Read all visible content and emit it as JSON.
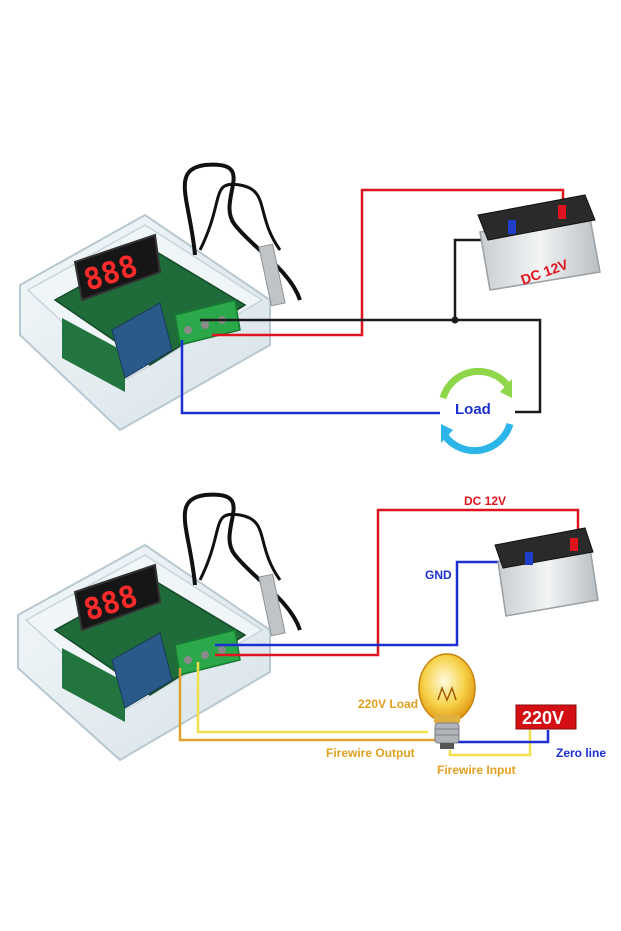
{
  "colors": {
    "dc_positive": "#e0141e",
    "ground": "#1a1a1a",
    "signal_blue": "#1c2fd1",
    "firewire_output": "#e0a030",
    "firewire_input": "#f2e04a",
    "zero_line": "#1c2fd1",
    "label_orange": "#e0a020",
    "board_green": "#1f6b3a",
    "display_red": "#ff2a2a",
    "acrylic": "#e8f0f4"
  },
  "top_diagram": {
    "display_digits": "888",
    "battery_label": "DC 12V",
    "load_label": "Load",
    "load_icon": "cycle-arrows-icon"
  },
  "bottom_diagram": {
    "display_digits": "888",
    "dc_label": "DC 12V",
    "gnd_label": "GND",
    "bulb_label": "220V Load",
    "source_label": "220V",
    "firewire_output_label": "Firewire Output",
    "firewire_input_label": "Firewire Input",
    "zero_line_label": "Zero line",
    "bulb_icon": "light-bulb-icon"
  }
}
